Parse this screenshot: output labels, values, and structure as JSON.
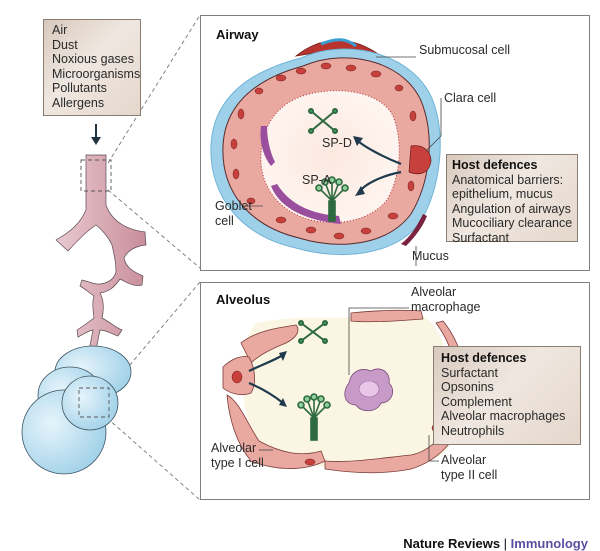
{
  "inputs_box": {
    "items": [
      "Air",
      "Dust",
      "Noxious gases",
      "Microorganisms",
      "Pollutants",
      "Allergens"
    ]
  },
  "airway_panel": {
    "title": "Airway",
    "labels": {
      "submucosal_cell": "Submucosal cell",
      "clara_cell": "Clara cell",
      "goblet_cell_line1": "Goblet",
      "goblet_cell_line2": "cell",
      "mucus": "Mucus",
      "sp_d": "SP-D",
      "sp_a": "SP-A"
    },
    "host_defences": {
      "heading": "Host defences",
      "items": [
        "Anatomical barriers:",
        "epithelium, mucus",
        "Angulation of airways",
        "Mucociliary clearance",
        "Surfactant"
      ]
    }
  },
  "alveolus_panel": {
    "title": "Alveolus",
    "labels": {
      "macrophage_line1": "Alveolar",
      "macrophage_line2": "macrophage",
      "type1_line1": "Alveolar",
      "type1_line2": "type I cell",
      "type2_line1": "Alveolar",
      "type2_line2": "type II cell"
    },
    "host_defences": {
      "heading": "Host defences",
      "items": [
        "Surfactant",
        "Opsonins",
        "Complement",
        "Alveolar macrophages",
        "Neutrophils"
      ]
    }
  },
  "credit": {
    "journal": "Nature Reviews",
    "separator": " | ",
    "section": "Immunology",
    "section_color": "#5b4ea0"
  },
  "icons": {
    "arrow_down": "down-arrow",
    "sp_d_molecule": "cross-shaped-molecule",
    "sp_a_molecule": "bouquet-shaped-molecule"
  }
}
